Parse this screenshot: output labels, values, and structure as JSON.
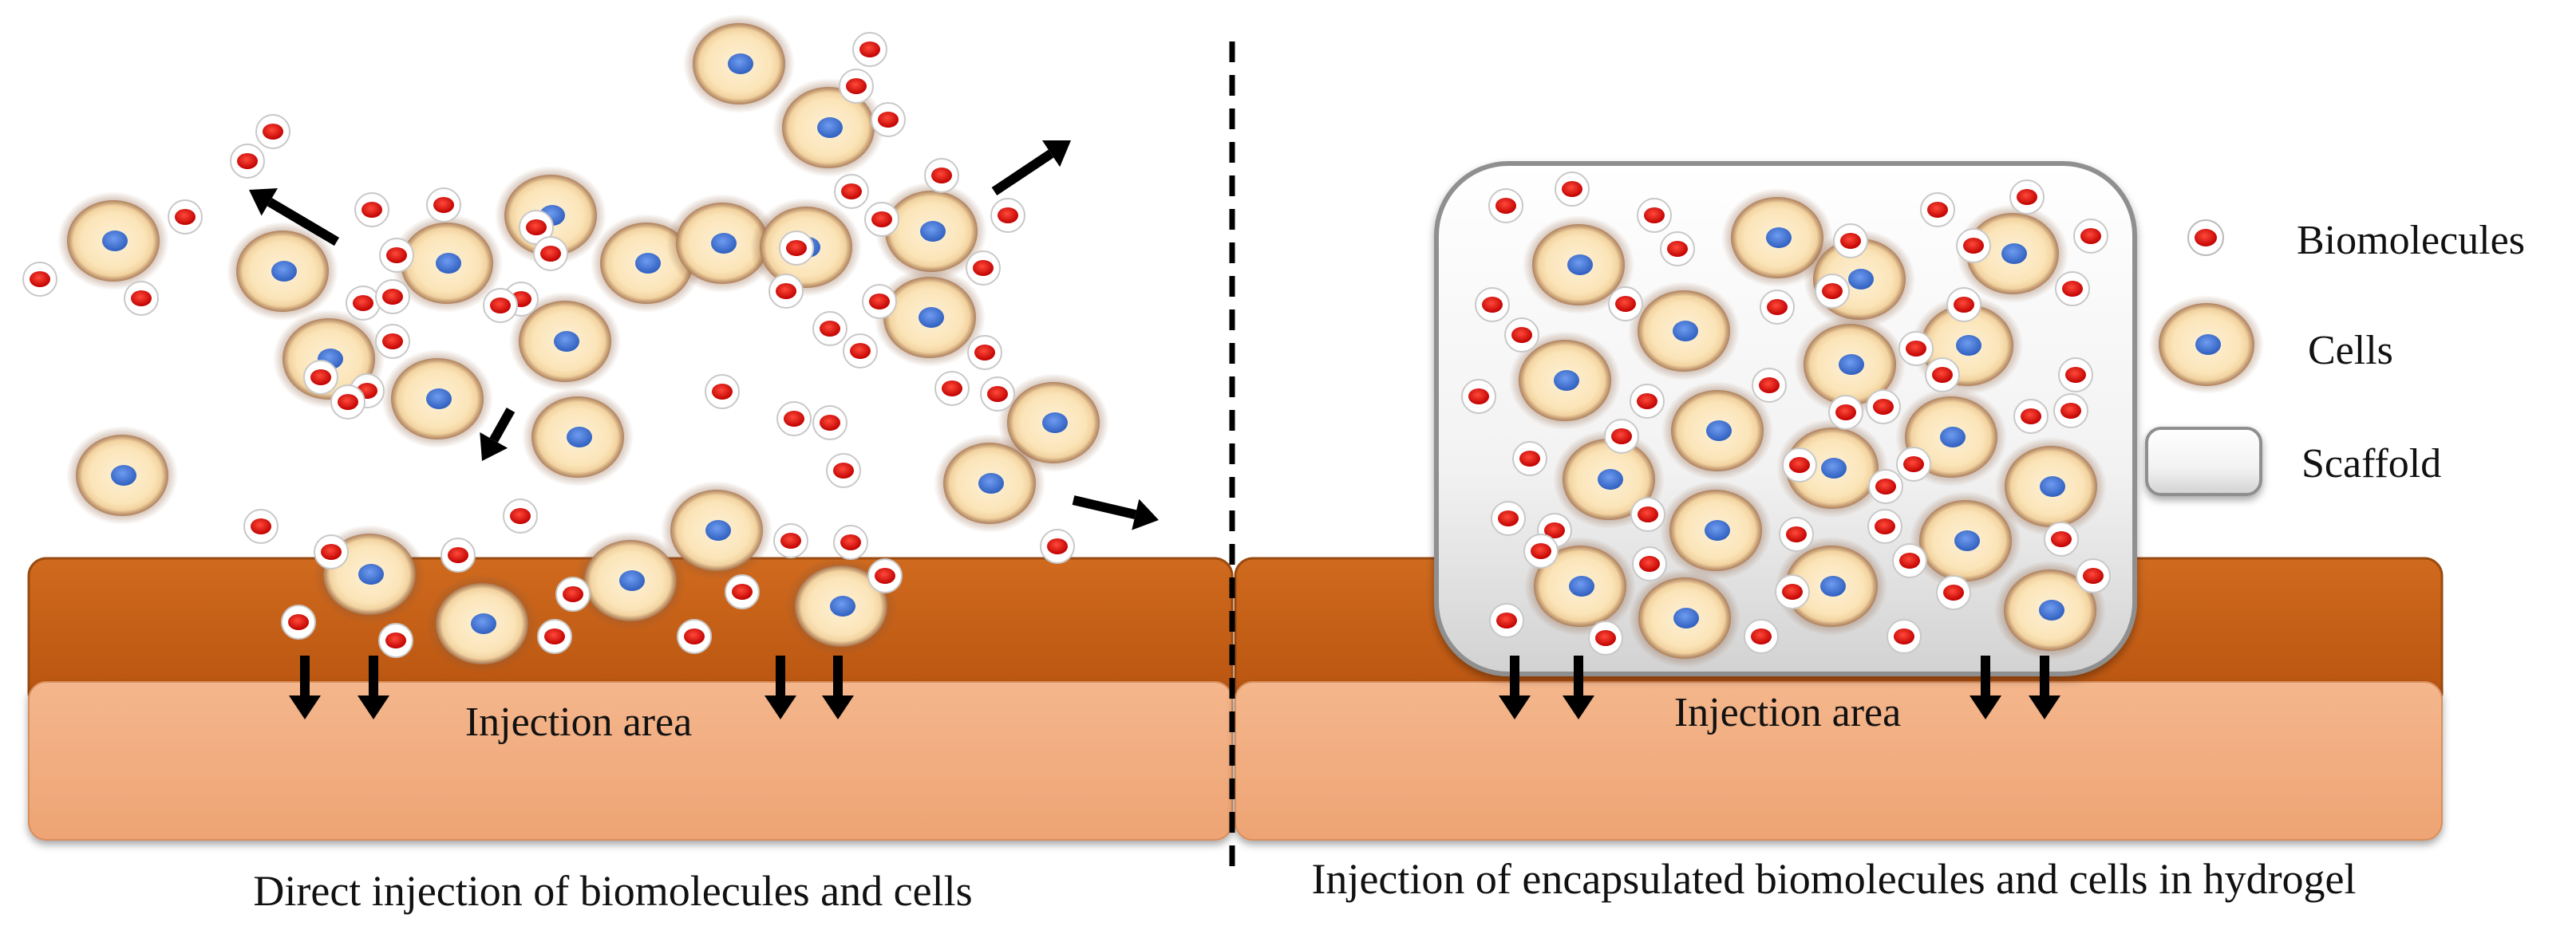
{
  "left_panel": {
    "caption": "Direct injection of biomolecules and cells",
    "area_label": "Injection area"
  },
  "right_panel": {
    "caption": "Injection of encapsulated biomolecules and cells in hydrogel",
    "area_label": "Injection area"
  },
  "legend": {
    "biomolecules": "Biomolecules",
    "cells": "Cells",
    "scaffold": "Scaffold"
  },
  "colors": {
    "tissue_dark": "#c45c14",
    "tissue_light": "#f2ae82",
    "cell_body": "#fbe6bd",
    "cell_halo": "#8a5a3a",
    "cell_nucleus": "#3d6fd0",
    "biomolecule": "#e01010",
    "scaffold": "#f0f0f0",
    "arrow": "#000000"
  }
}
